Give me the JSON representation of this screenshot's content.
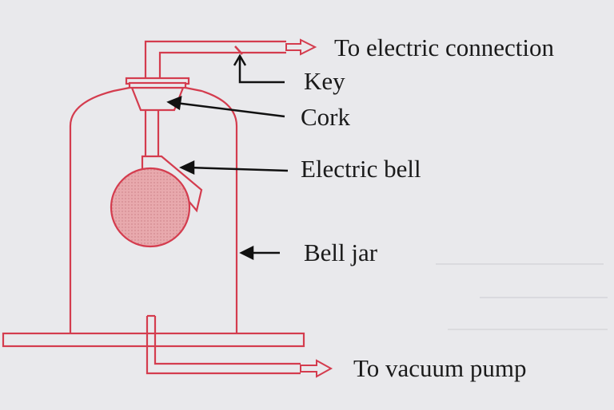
{
  "labels": {
    "electric_connection": "To electric connection",
    "key": "Key",
    "cork": "Cork",
    "electric_bell": "Electric bell",
    "bell_jar": "Bell jar",
    "vacuum_pump": "To vacuum pump"
  },
  "colors": {
    "apparatus_stroke": "#d43c4e",
    "bell_fill": "#e8a9ad",
    "label_text": "#1a1a1a",
    "pointer": "#111111",
    "background": "#e9e9ec"
  }
}
